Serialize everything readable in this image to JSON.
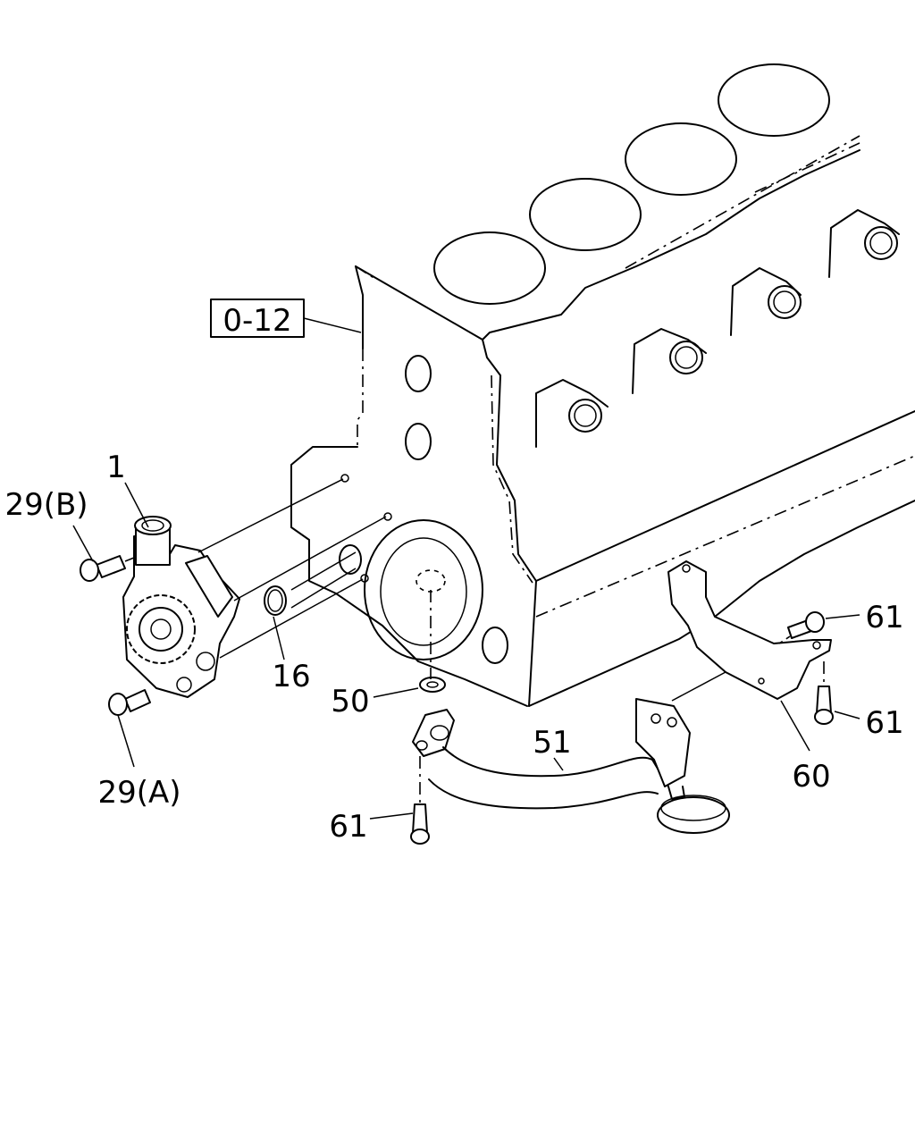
{
  "callouts": {
    "ref_box": "0-12",
    "part_1": "1",
    "part_29b": "29(B)",
    "part_29a": "29(A)",
    "part_16": "16",
    "part_50": "50",
    "part_51": "51",
    "part_60": "60",
    "part_61_bracket_top": "61",
    "part_61_bracket_side": "61",
    "part_61_pipe": "61"
  }
}
